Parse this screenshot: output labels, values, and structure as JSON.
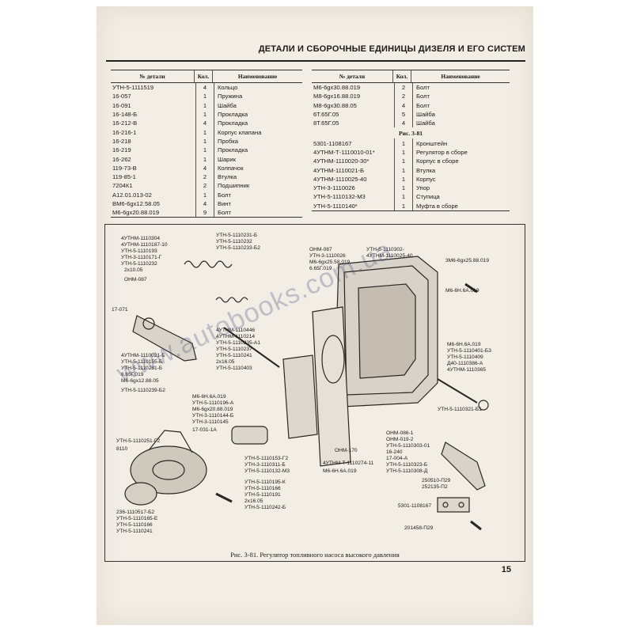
{
  "header": "ДЕТАЛИ И СБОРОЧНЫЕ ЕДИНИЦЫ ДИЗЕЛЯ И ЕГО СИСТЕМ",
  "table_headers": {
    "part": "№ детали",
    "qty": "Кол.",
    "name": "Наименование"
  },
  "table_left": [
    {
      "part": "УТН-5-1111519",
      "qty": "4",
      "name": "Кольцо"
    },
    {
      "part": "16-057",
      "qty": "1",
      "name": "Пружина"
    },
    {
      "part": "16-091",
      "qty": "1",
      "name": "Шайба"
    },
    {
      "part": "16-148-Б",
      "qty": "1",
      "name": "Прокладка"
    },
    {
      "part": "16-212-В",
      "qty": "4",
      "name": "Прокладка"
    },
    {
      "part": "16-216-1",
      "qty": "1",
      "name": "Корпус клапана"
    },
    {
      "part": "16-218",
      "qty": "1",
      "name": "Пробка"
    },
    {
      "part": "16-219",
      "qty": "1",
      "name": "Прокладка"
    },
    {
      "part": "16-262",
      "qty": "1",
      "name": "Шарик"
    },
    {
      "part": "119-73-В",
      "qty": "4",
      "name": "Колпачок"
    },
    {
      "part": "119-85-1",
      "qty": "2",
      "name": "Втулка"
    },
    {
      "part": "7204К1",
      "qty": "2",
      "name": "Подшипник"
    },
    {
      "part": "А12.01.013-02",
      "qty": "1",
      "name": "Болт"
    },
    {
      "part": "ВМ6-6gх12.58.05",
      "qty": "4",
      "name": "Винт"
    },
    {
      "part": "М6-6gх20.88.019",
      "qty": "9",
      "name": "Болт"
    }
  ],
  "table_right": [
    {
      "part": "М6-6gх30.88.019",
      "qty": "2",
      "name": "Болт"
    },
    {
      "part": "М8-6gх16.88.019",
      "qty": "2",
      "name": "Болт"
    },
    {
      "part": "М8-6gх30.88.05",
      "qty": "4",
      "name": "Болт"
    },
    {
      "part": "6Т.65Г.05",
      "qty": "5",
      "name": "Шайба"
    },
    {
      "part": "8Т.65Г.05",
      "qty": "4",
      "name": "Шайба"
    }
  ],
  "table_right_subheader": "Рис. 3-81",
  "table_right_b": [
    {
      "part": "5301-1108167",
      "qty": "1",
      "name": "Кронштейн"
    },
    {
      "part": "4УТНМ-Т-1110010-01*",
      "qty": "1",
      "name": "Регулятор в сборе"
    },
    {
      "part": "4УТНМ-1110020-30*",
      "qty": "1",
      "name": "Корпус в сборе"
    },
    {
      "part": "4УТНМ-1110021-Б",
      "qty": "1",
      "name": "Втулка"
    },
    {
      "part": "4УТНМ-1110025-40",
      "qty": "1",
      "name": "Корпус"
    },
    {
      "part": "УТН-3-1110026",
      "qty": "1",
      "name": "Упор"
    },
    {
      "part": "УТН-5-1110132-М3",
      "qty": "1",
      "name": "Ступица"
    },
    {
      "part": "УТН-5-1110140*",
      "qty": "1",
      "name": "Муфта в сборе"
    }
  ],
  "callouts": [
    "4УТНМ-1110304",
    "4УТНМ-1110187-10",
    "УТН-5-1110193",
    "УТН-3-1110171-Г",
    "УТН-5-1110232",
    "2х10.05",
    "ОНМ-087",
    "УТН-5-1110231-Б",
    "УТН-5-1110232",
    "УТН-5-1110233-Б2",
    "ОНМ-087",
    "УТН-3-1110026",
    "М6-6gх25.58.019",
    "6.65Г.019",
    "УТН-5-1110302-",
    "4УТНМ-1110025-40",
    "3М6-6gх25.88.019",
    "М6-6Н.6А.019",
    "17-071",
    "4УТНМ-1110446",
    "4УТНМ-1110214",
    "УТН-5-1110235-А1",
    "УТН-5-1110237",
    "УТН-5-1110241",
    "2х16.05",
    "УТН-5-1110403",
    "М6-6Н.6А.019",
    "УТН-5-1110401-Б3",
    "УТН-5-1110409",
    "Д40-1110386-А",
    "4УТНМ-1110365",
    "4УТНМ-1110021-Б",
    "УТН-5-1110155-Б",
    "УТН-5-1110281-Б",
    "6.65Г.019",
    "М6-6gх12.88.05",
    "УТН-5-1110239-Б2",
    "М6-6Н.6А.019",
    "УТН-5-1110196-А",
    "М6-6gх20.88.019",
    "УТН-3-1110144-Б",
    "УТН-3-1110145",
    "17-031-1А",
    "УТН-5-1110321-Б1",
    "ОНМ-086-1",
    "ОНМ-019-2",
    "УТН-5-1110303-01",
    "16-240",
    "17-004-А",
    "УТН-5-1110323-Б",
    "УТН-5-1110308-Д",
    "УТН-5-1110251-Г2",
    "8110",
    "УТН-5-1110153-Г2",
    "УТН-3-1110311-Б",
    "УТН-5-1110132-М3",
    "ОНМ-170",
    "4УТНМ-Т-1110274-11",
    "М6-6Н.6А.019",
    "250510-П29",
    "252135-П2",
    "УТН-5-1110195-К",
    "УТН-5-1110166",
    "УТН-5-1110191",
    "2х16.05",
    "УТН-5-1110242-Б",
    "236-1110517-Б2",
    "УТН-5-1110165-Е",
    "УТН-5-1110166",
    "УТН-5-1110241",
    "5301-1108167",
    "201458-П29"
  ],
  "caption": "Рис. 3-81. Регулятор топливного насоса высокого давления",
  "page_number": "15",
  "watermark": "www.autobooks.com.ua"
}
